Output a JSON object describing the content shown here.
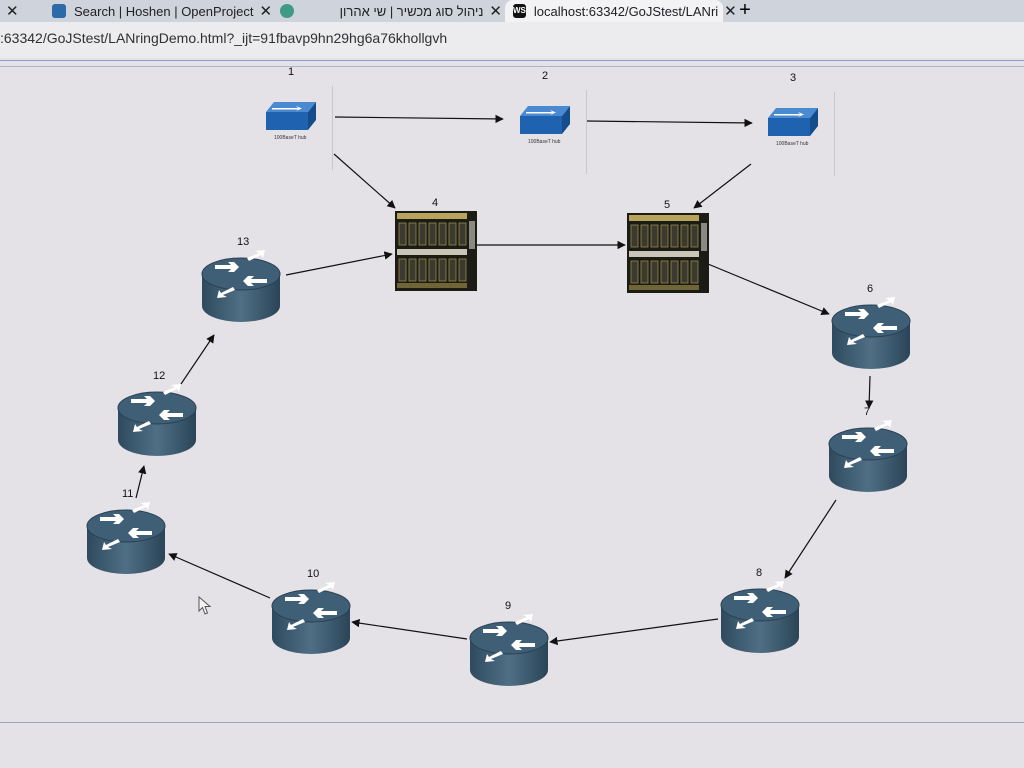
{
  "browser": {
    "tabs": [
      {
        "label": "",
        "active": false
      },
      {
        "label": "Search | Hoshen | OpenProject",
        "active": false
      },
      {
        "label": "ניהול סוג מכשיר | שי אהרון",
        "active": false
      },
      {
        "label": "localhost:63342/GoJStest/LANri",
        "active": true
      }
    ],
    "close_glyph": "✕",
    "new_tab_glyph": "+",
    "favicon_ws": "WS",
    "url": ":63342/GoJStest/LANringDemo.html?_ijt=91fbavp9hn29hg6a76khollgvh"
  },
  "diagram": {
    "hub_caption": "100BaseT hub",
    "nodes": [
      {
        "key": "1",
        "type": "hub"
      },
      {
        "key": "2",
        "type": "hub"
      },
      {
        "key": "3",
        "type": "hub"
      },
      {
        "key": "4",
        "type": "switch"
      },
      {
        "key": "5",
        "type": "switch"
      },
      {
        "key": "6",
        "type": "router"
      },
      {
        "key": "7",
        "type": "router"
      },
      {
        "key": "8",
        "type": "router"
      },
      {
        "key": "9",
        "type": "router"
      },
      {
        "key": "10",
        "type": "router"
      },
      {
        "key": "11",
        "type": "router"
      },
      {
        "key": "12",
        "type": "router"
      },
      {
        "key": "13",
        "type": "router"
      }
    ],
    "links": [
      {
        "from": "1",
        "to": "2"
      },
      {
        "from": "2",
        "to": "3"
      },
      {
        "from": "1",
        "to": "4"
      },
      {
        "from": "3",
        "to": "5"
      },
      {
        "from": "4",
        "to": "5"
      },
      {
        "from": "5",
        "to": "6"
      },
      {
        "from": "6",
        "to": "7"
      },
      {
        "from": "7",
        "to": "8"
      },
      {
        "from": "8",
        "to": "9"
      },
      {
        "from": "9",
        "to": "10"
      },
      {
        "from": "10",
        "to": "11"
      },
      {
        "from": "11",
        "to": "12"
      },
      {
        "from": "12",
        "to": "13"
      },
      {
        "from": "13",
        "to": "4"
      }
    ]
  }
}
